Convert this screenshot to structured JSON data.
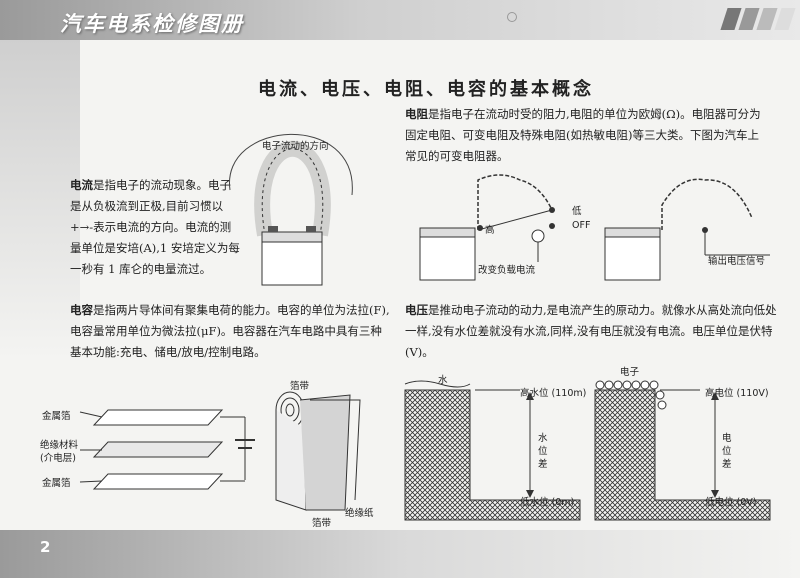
{
  "header": {
    "title": "汽车电系检修图册"
  },
  "page": {
    "title": "电流、电压、电阻、电容的基本概念",
    "number": "2"
  },
  "current": {
    "term": "电流",
    "text": "是指电子的流动现象。电子是从负极流到正极,目前习惯以+→-表示电流的方向。电流的测量单位是安培(A),1 安培定义为每一秒有 1 库仑的电量流过。"
  },
  "capacitor": {
    "term": "电容",
    "text": "是指两片导体间有聚集电荷的能力。电容的单位为法拉(F),电容量常用单位为微法拉(μF)。电容器在汽车电路中具有三种基本功能:充电、储电/放电/控制电路。"
  },
  "resistance": {
    "term": "电阻",
    "text": "是指电子在流动时受的阻力,电阻的单位为欧姆(Ω)。电阻器可分为固定电阻、可变电阻及特殊电阻(如热敏电阻)等三大类。下图为汽车上常见的可变电阻器。"
  },
  "voltage": {
    "term": "电压",
    "text": "是推动电子流动的动力,是电流产生的原动力。就像水从高处流向低处一样,没有水位差就没有水流,同样,没有电压就没有电流。电压单位是伏特(V)。"
  },
  "labels": {
    "electron_flow": "电子流动的方向",
    "metal_foil_top": "金属箔",
    "dielectric": "绝缘材料",
    "dielectric_sub": "(介电层)",
    "metal_foil_bottom": "金属箔",
    "foil_strip_top": "箔带",
    "foil_strip_bottom": "箔带",
    "insulation_paper": "绝缘纸",
    "high": "高",
    "low": "低",
    "off": "OFF",
    "change_load_current": "改变负载电流",
    "output_voltage_signal": "输出电压信号",
    "water": "水",
    "high_water_level": "高水位 (110m)",
    "water_level_diff": "水位差",
    "low_water_level": "低水位 (0m)",
    "electron": "电子",
    "high_potential": "高电位 (110V)",
    "potential_diff": "电位差",
    "low_potential": "低电位 (0V)"
  }
}
